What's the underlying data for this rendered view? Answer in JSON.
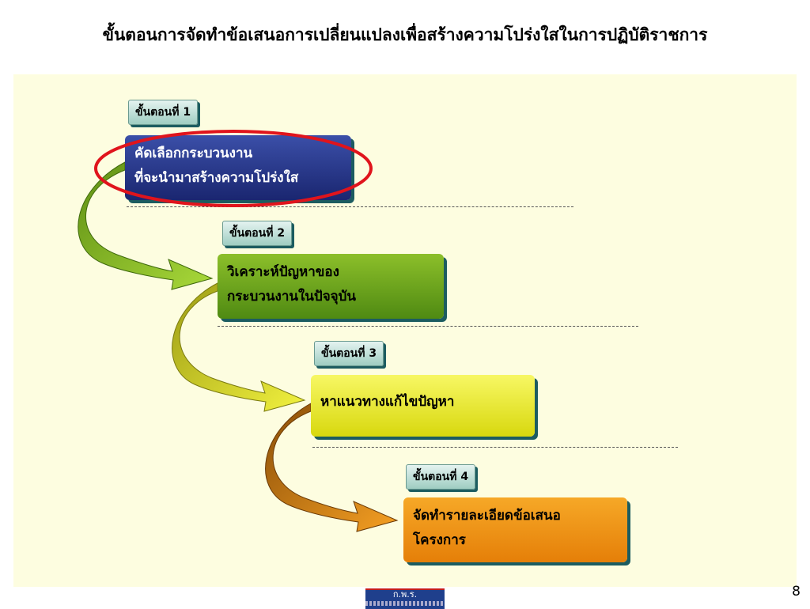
{
  "title": "ขั้นตอนการจัดทำข้อเสนอการเปลี่ยนแปลงเพื่อสร้างความโปร่งใสในการปฏิบัติราชการ",
  "steps": [
    {
      "tag": "ขั้นตอนที่ 1",
      "lines": [
        "คัดเลือกกระบวนงาน",
        "ที่จะนำมาสร้างความโปร่งใส"
      ],
      "color": "#1a2670",
      "highlighted": true
    },
    {
      "tag": "ขั้นตอนที่ 2",
      "lines": [
        "วิเคราะห์ปัญหาของ",
        "กระบวนงานในปัจจุบัน"
      ],
      "color": "#6fa61f"
    },
    {
      "tag": "ขั้นตอนที่ 3",
      "lines": [
        "หาแนวทางแก้ไขปัญหา"
      ],
      "color": "#eaea30"
    },
    {
      "tag": "ขั้นตอนที่ 4",
      "lines": [
        "จัดทำรายละเอียดข้อเสนอ",
        "โครงการ"
      ],
      "color": "#f0920f"
    }
  ],
  "highlight_color": "#e0141c",
  "logo": {
    "text": "ก.พ.ร."
  },
  "page_number": "8"
}
